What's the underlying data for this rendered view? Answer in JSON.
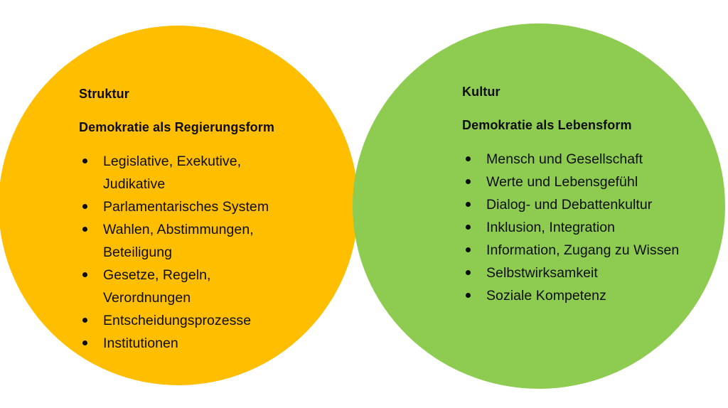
{
  "diagram": {
    "type": "venn-two-circles",
    "background_color": "#FFFFFF"
  },
  "left": {
    "fill_color": "#FFBE00",
    "kicker": "Struktur",
    "subtitle": "Demokratie als Regierungsform",
    "bullets": [
      "Legislative, Exekutive, Judikative",
      "Parlamentarisches System",
      "Wahlen, Abstimmungen, Beteiligung",
      "Gesetze, Regeln, Verordnungen",
      "Entscheidungsprozesse",
      "Institutionen"
    ]
  },
  "right": {
    "fill_color": "#8DCC51",
    "kicker": "Kultur",
    "subtitle": "Demokratie als Lebensform",
    "bullets": [
      "Mensch und Gesellschaft",
      "Werte und Lebensgefühl",
      "Dialog- und Debattenkultur",
      "Inklusion, Integration",
      "Information, Zugang zu Wissen",
      "Selbstwirksamkeit",
      "Soziale Kompetenz"
    ]
  }
}
